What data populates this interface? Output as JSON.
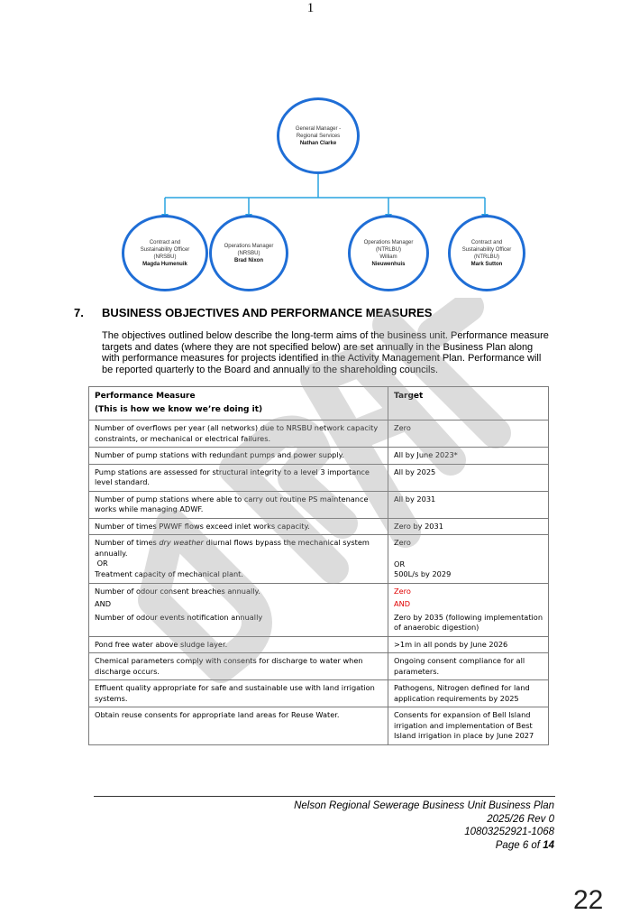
{
  "page_number_top": "1",
  "org_chart": {
    "root": {
      "role": "General Manager -\nRegional Services",
      "name": "Nathan Clarke"
    },
    "children": [
      {
        "role": "Contract and\nSustainability Officer\n(NRSBU)",
        "name": "Magda Humenuik"
      },
      {
        "role": "Operations Manager\n(NRSBU)",
        "name": "Brad Nixon"
      },
      {
        "role": "Operations Manager\n(NTRLBU)\nWilliam",
        "name": "Nieuwenhuis"
      },
      {
        "role": "Contract and\nSustainability Officer\n(NTRLBU)",
        "name": "Mark Sutton"
      }
    ],
    "line_color": "#29a3e0",
    "circle_color": "#1f6ed6"
  },
  "section": {
    "number": "7.",
    "title": "BUSINESS OBJECTIVES AND PERFORMANCE MEASURES",
    "intro": "The objectives outlined below describe the long-term aims of the business unit. Performance measure targets and dates (where they are not specified below) are set annually in the Business Plan along with performance measures for projects identified in the Activity Management Plan. Performance will be reported quarterly to the Board and annually to the shareholding councils."
  },
  "table": {
    "header": {
      "measure": "Performance Measure",
      "measure_sub": "(This is how we know we’re doing it)",
      "target": "Target"
    },
    "rows": [
      {
        "measure": "Number of overflows per year (all networks) due to NRSBU network capacity constraints, or mechanical or electrical failures.",
        "target": "Zero"
      },
      {
        "measure": "Number of pump stations with redundant pumps and power supply.",
        "target": "All by June 2023*"
      },
      {
        "measure": "Pump stations are assessed for structural integrity to a level 3 importance level standard.",
        "target": "All by 2025"
      },
      {
        "measure": "Number of pump stations where able to carry out routine PS maintenance works while managing ADWF.",
        "target": "All by 2031"
      },
      {
        "measure": "Number of times PWWF flows exceed inlet works capacity.",
        "target": "Zero by 2031"
      },
      {
        "measure_a": "Number of times ",
        "measure_b": "dry weather",
        "measure_c": " diurnal flows bypass the mechanical system annually.",
        "measure_or": " OR",
        "measure_d": "Treatment capacity of mechanical plant.",
        "target_a": "Zero",
        "target_or": "OR",
        "target_b": "500L/s by 2029"
      },
      {
        "measure_a": "Number of odour consent breaches annually.",
        "measure_and": "AND",
        "measure_b": "Number of odour events notification annually",
        "target_a": "Zero",
        "target_and": "AND",
        "target_b": "Zero by 2035 (following implementation of anaerobic digestion)"
      },
      {
        "measure": "Pond free water above sludge layer.",
        "target": ">1m in all ponds by June 2026"
      },
      {
        "measure": "Chemical parameters comply with consents for discharge to water when discharge occurs.",
        "target": "Ongoing consent compliance for all parameters."
      },
      {
        "measure": "Effluent quality appropriate for safe and sustainable use with land irrigation systems.",
        "target": "Pathogens, Nitrogen defined for land application requirements by 2025"
      },
      {
        "measure": "Obtain reuse consents for appropriate land areas for Reuse Water.",
        "target": "Consents for expansion of Bell Island irrigation and implementation of Best Island irrigation in place by June 2027"
      }
    ]
  },
  "footer": {
    "line1": "Nelson Regional Sewerage Business Unit Business Plan",
    "line2": "2025/26 Rev 0",
    "line3": "10803252921-1068",
    "page_prefix": "Page ",
    "page": "6",
    "of": " of ",
    "total": "14"
  },
  "corner_text": "22"
}
